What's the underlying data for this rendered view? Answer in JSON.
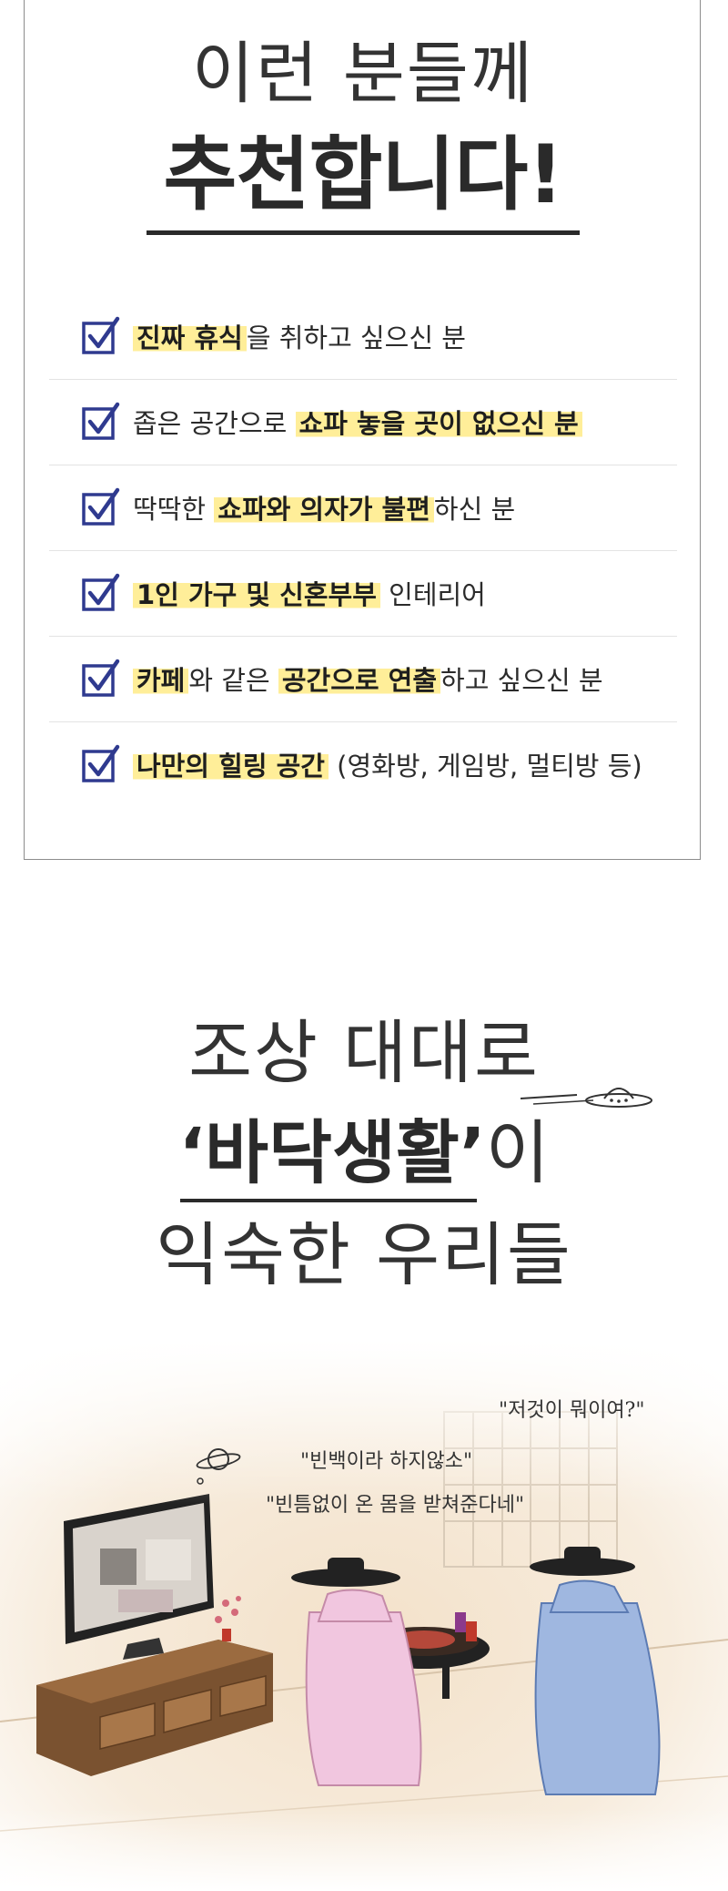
{
  "recommend": {
    "title_line1": "이런 분들께",
    "title_line2": "추천합니다!",
    "items": [
      {
        "parts": [
          {
            "t": "진짜 휴식",
            "hl": true
          },
          {
            "t": "을 취하고 싶으신 분",
            "hl": false
          }
        ]
      },
      {
        "parts": [
          {
            "t": "좁은 공간으로 ",
            "hl": false
          },
          {
            "t": "쇼파 놓을 곳이 없으신 분",
            "hl": true
          }
        ]
      },
      {
        "parts": [
          {
            "t": "딱딱한 ",
            "hl": false
          },
          {
            "t": "쇼파와 의자가 불편",
            "hl": true
          },
          {
            "t": "하신 분",
            "hl": false
          }
        ]
      },
      {
        "parts": [
          {
            "t": "1인 가구 및 신혼부부",
            "hl": true
          },
          {
            "t": " 인테리어",
            "hl": false
          }
        ]
      },
      {
        "parts": [
          {
            "t": "카페",
            "hl": true
          },
          {
            "t": "와 같은 ",
            "hl": false
          },
          {
            "t": "공간으로 연출",
            "hl": true
          },
          {
            "t": "하고 싶으신 분",
            "hl": false
          }
        ]
      },
      {
        "parts": [
          {
            "t": "나만의 힐링 공간",
            "hl": true
          },
          {
            "t": " (영화방, 게임방, 멀티방 등)",
            "hl": false
          }
        ]
      }
    ]
  },
  "section2": {
    "line1": "조상 대대로",
    "line2_bold": "‘바닥생활’",
    "line2_rest": "이",
    "line3": "익숙한 우리들"
  },
  "illustration": {
    "quote1": "\"저것이 뭐이여?\"",
    "quote2": "\"빈백이라 하지않소\"",
    "quote3": "\"빈틈없이 온 몸을 받쳐준다네\""
  },
  "colors": {
    "highlight": "#ffee99",
    "check": "#2f3a8f",
    "text": "#2b2b2b"
  }
}
